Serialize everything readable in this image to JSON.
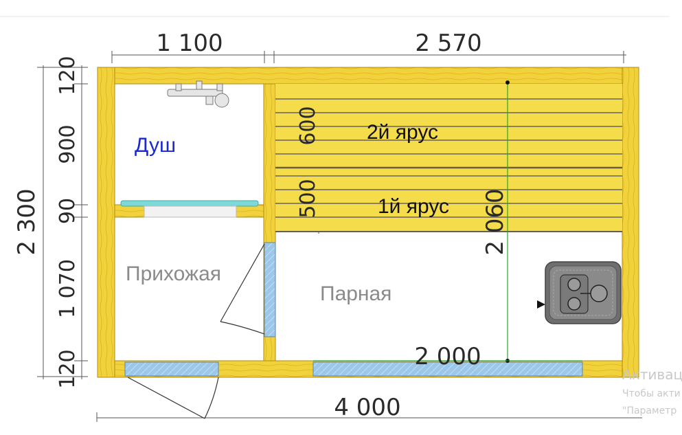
{
  "diagram": {
    "overall_length": "4 000",
    "overall_width": "2 300",
    "top_dims": [
      "1 100",
      "2 570"
    ],
    "left_dims": [
      "120",
      "900",
      "90",
      "1 070",
      "120"
    ],
    "tier_heights": [
      "600",
      "500"
    ],
    "steam_room_depth": "2 060",
    "steam_room_length": "2 000",
    "rooms": {
      "shower": "Душ",
      "hallway": "Прихожая",
      "steam_room": "Парная"
    },
    "tiers": {
      "upper": "2й ярус",
      "lower": "1й ярус"
    },
    "colors": {
      "wood": "#f2d23a",
      "wood_dark": "#c99a10",
      "glass": "#9cc7e8",
      "shower_label": "#1a2ad0",
      "room_label": "#8a8a8a",
      "dimension_text": "#2a2a2a"
    },
    "icons": {
      "mixer": "shower-mixer-icon",
      "stove": "sauna-stove-icon"
    }
  },
  "watermark": {
    "title": "Активац",
    "line1": "Чтобы акти",
    "line2": "\"Параметр"
  }
}
